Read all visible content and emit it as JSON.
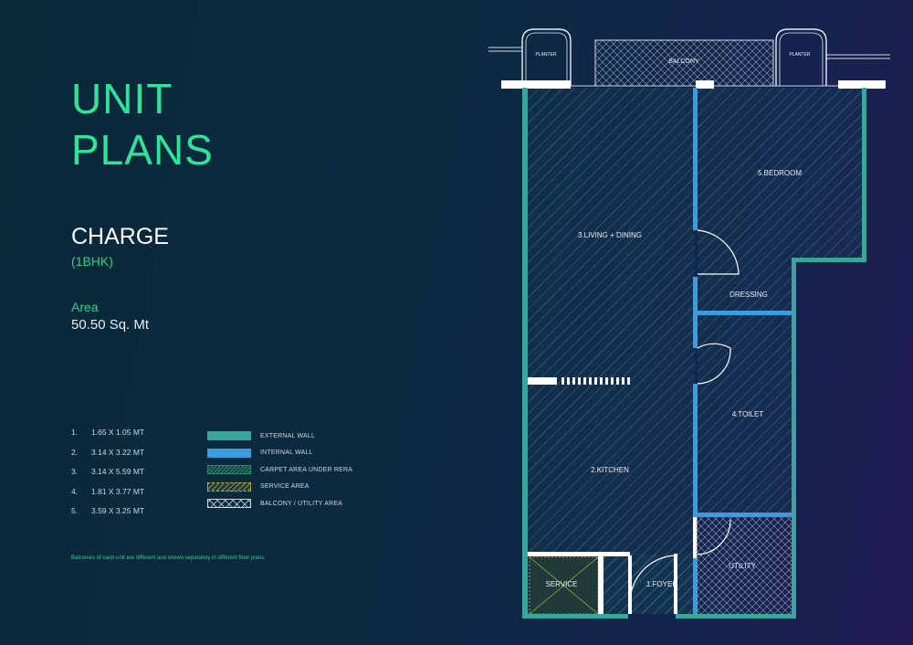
{
  "title": {
    "line1": "UNIT",
    "line2": "PLANS"
  },
  "unit": {
    "name": "CHARGE",
    "type": "(1BHK)"
  },
  "area": {
    "label": "Area",
    "value": "50.50 Sq. Mt"
  },
  "dimensions": [
    {
      "num": "1.",
      "value": "1.65 X 1.05 MT"
    },
    {
      "num": "2.",
      "value": "3.14 X 3.22 MT"
    },
    {
      "num": "3.",
      "value": "3.14 X 5.59 MT"
    },
    {
      "num": "4.",
      "value": "1.81 X 3.77 MT"
    },
    {
      "num": "5.",
      "value": "3.59 X 3.25 MT"
    }
  ],
  "legend": [
    {
      "label": "EXTERNAL WALL"
    },
    {
      "label": "INTERNAL WALL"
    },
    {
      "label": "CARPET AREA UNDER RERA"
    },
    {
      "label": "SERVICE AREA"
    },
    {
      "label": "BALCONY / UTILITY AREA"
    }
  ],
  "footnote": "Balconies of each unit are different and shown separately in different floor plans.",
  "rooms": {
    "balcony": "BALCONY",
    "planter_left": "PLANTER",
    "planter_right": "PLANTER",
    "bedroom": "5.BEDROOM",
    "living": "3.LIVING + DINING",
    "dressing": "DRESSING",
    "toilet": "4.TOILET",
    "kitchen": "2.KITCHEN",
    "utility": "UTILITY",
    "service": "SERVICE",
    "foyer": "1.FOYER"
  },
  "colors": {
    "external_wall": "#3aa59a",
    "internal_wall": "#3a9de0",
    "accent_green": "#2ee39a",
    "background": "#0b2a3c"
  }
}
